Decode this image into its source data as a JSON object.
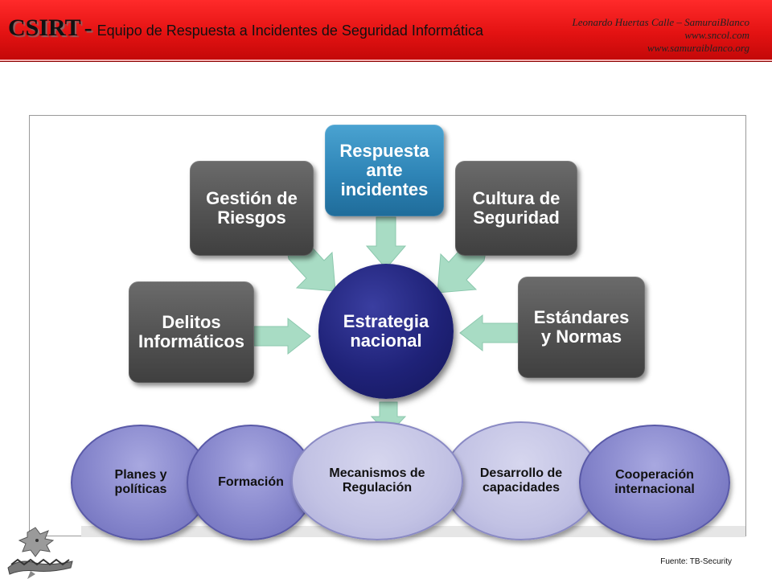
{
  "header": {
    "title": "CSIRT",
    "dash": "-",
    "subtitle": "Equipo de Respuesta a Incidentes de Seguridad Informática",
    "credit_lines": [
      "Leonardo Huertas Calle – SamuraiBlanco",
      "www.sncol.com",
      "www.samuraiblanco.org"
    ]
  },
  "diagram": {
    "center": "Estrategia\nnacional",
    "top_boxes": [
      {
        "label": "Gestión de\nRiesgos",
        "style": "gray"
      },
      {
        "label": "Respuesta\nante\nincidentes",
        "style": "blue"
      },
      {
        "label": "Cultura de\nSeguridad",
        "style": "gray"
      }
    ],
    "side_boxes": [
      {
        "label": "Delitos\nInformáticos",
        "style": "gray"
      },
      {
        "label": "Estándares\ny Normas",
        "style": "gray"
      }
    ],
    "bottom_items": [
      {
        "label": "Planes y\npolíticas",
        "style": "dark"
      },
      {
        "label": "Formación",
        "style": "dark"
      },
      {
        "label": "Mecanismos de\nRegulación",
        "style": "light"
      },
      {
        "label": "Desarrollo de\ncapacidades",
        "style": "light"
      },
      {
        "label": "Cooperación\ninternacional",
        "style": "dark"
      }
    ],
    "colors": {
      "header_red": "#e31212",
      "box_gray": "#545454",
      "box_blue": "#2e84b6",
      "center_navy": "#1f2278",
      "arrow_mint": "#a8dcc4",
      "ellipse_dark": "#8686cc",
      "ellipse_light": "#c2c2e4"
    }
  },
  "footer": {
    "source": "Fuente: TB-Security"
  },
  "logo": {
    "icon": "dragon-logo-icon"
  }
}
